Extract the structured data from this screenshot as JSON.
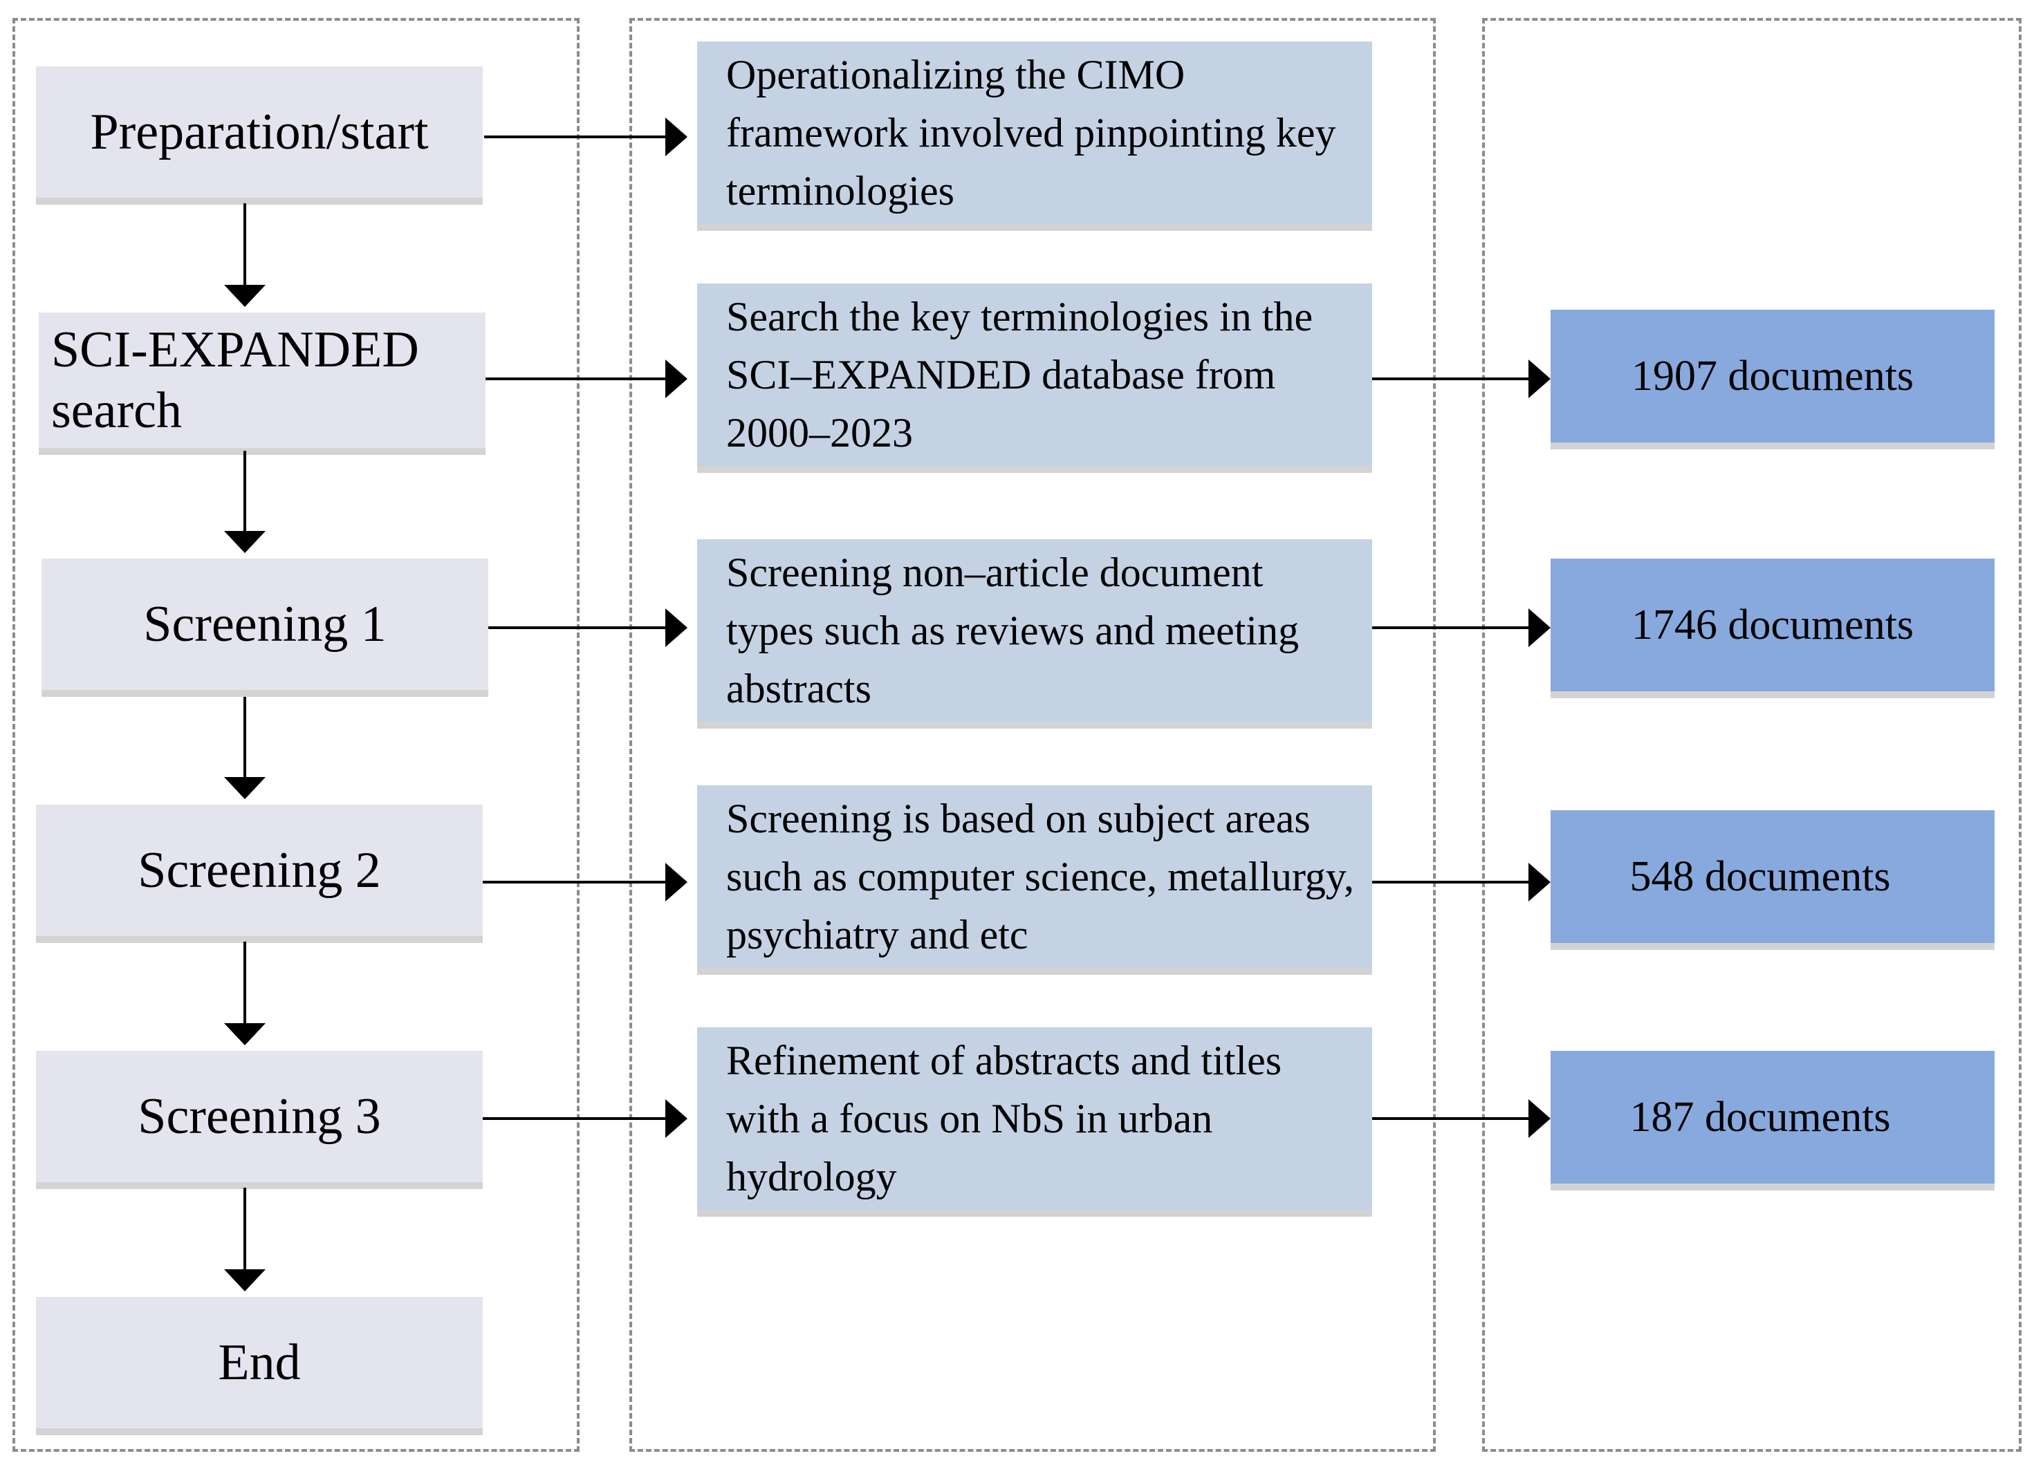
{
  "steps": [
    {
      "label": "Preparation/start"
    },
    {
      "label": "SCI-EXPANDED\nsearch"
    },
    {
      "label": "Screening 1"
    },
    {
      "label": "Screening 2"
    },
    {
      "label": "Screening 3"
    },
    {
      "label": "End"
    }
  ],
  "descriptions": [
    {
      "text": "Operationalizing the CIMO framework involved pinpointing key terminologies"
    },
    {
      "text": "Search the key terminologies in the SCI–EXPANDED database from 2000–2023"
    },
    {
      "text": "Screening non–article document types such as reviews and meeting abstracts"
    },
    {
      "text": "Screening is based on subject areas such as computer science, metallurgy, psychiatry and etc"
    },
    {
      "text": "Refinement of abstracts and titles with a focus on NbS in urban hydrology"
    }
  ],
  "results": [
    {
      "text": "1907 documents"
    },
    {
      "text": "1746 documents"
    },
    {
      "text": "548 documents"
    },
    {
      "text": "187 documents"
    }
  ],
  "colors": {
    "step_fill": "#e4e4ee",
    "description_fill": "#c4d2e4",
    "result_fill": "#88a9dd",
    "panel_border": "#8c8c8c",
    "arrow": "#000000"
  }
}
